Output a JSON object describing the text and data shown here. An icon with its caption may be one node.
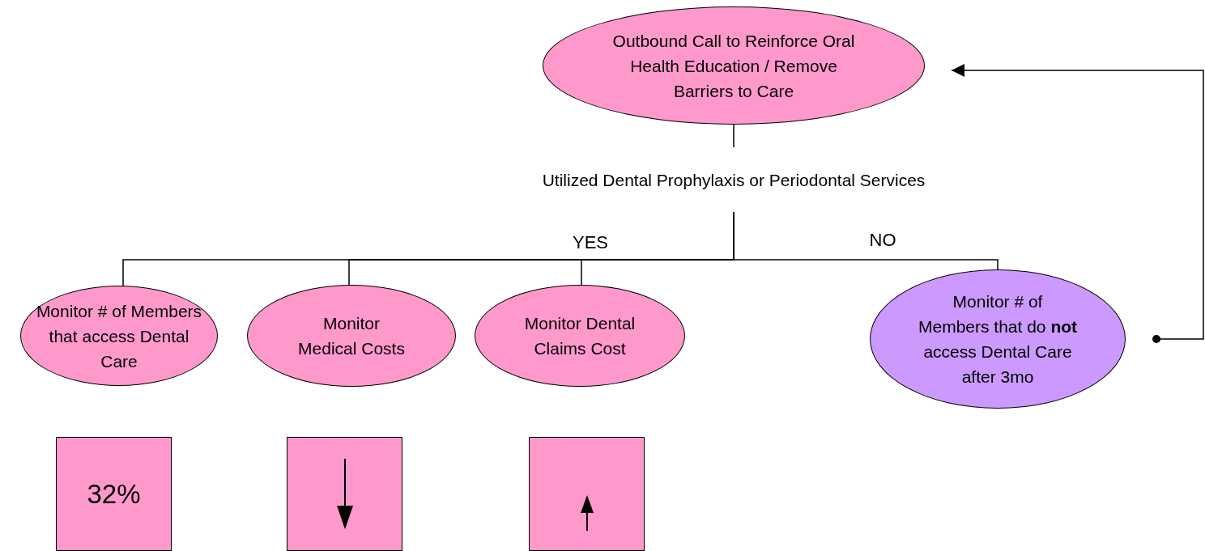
{
  "diagram": {
    "nodes": [
      {
        "text": [
          "Outbound Call to Reinforce Oral Health Education / Remove Barriers to Care"
        ]
      },
      {
        "text": [
          "Utilized Dental Prophylaxis or Periodontal Services"
        ]
      },
      {
        "text": [
          "Monitor # of Members that access Dental Care"
        ]
      },
      {
        "text": [
          "Monitor Medical Costs"
        ]
      },
      {
        "text": [
          "Monitor Dental Claims Cost"
        ]
      },
      {
        "text": [
          "Monitor # of Members that do **not** access Dental Care after 3mo"
        ]
      },
      {
        "text": [
          "32%"
        ]
      },
      {
        "text": [],
        "shape": "box"
      },
      {
        "text": [],
        "shape": "box"
      }
    ],
    "edges": [
      {
        "from": 0,
        "to": 1,
        "arrow": "none"
      },
      {
        "from": 1,
        "to": 2,
        "arrow": "none"
      },
      {
        "from": 1,
        "to": 3,
        "arrow": "none"
      },
      {
        "from": 1,
        "to": 4,
        "label": "YES",
        "arrow": "none"
      },
      {
        "from": 1,
        "to": 5,
        "label": "NO",
        "arrow": "none"
      },
      {
        "from": 5,
        "to": 0,
        "arrow": "to"
      }
    ]
  }
}
